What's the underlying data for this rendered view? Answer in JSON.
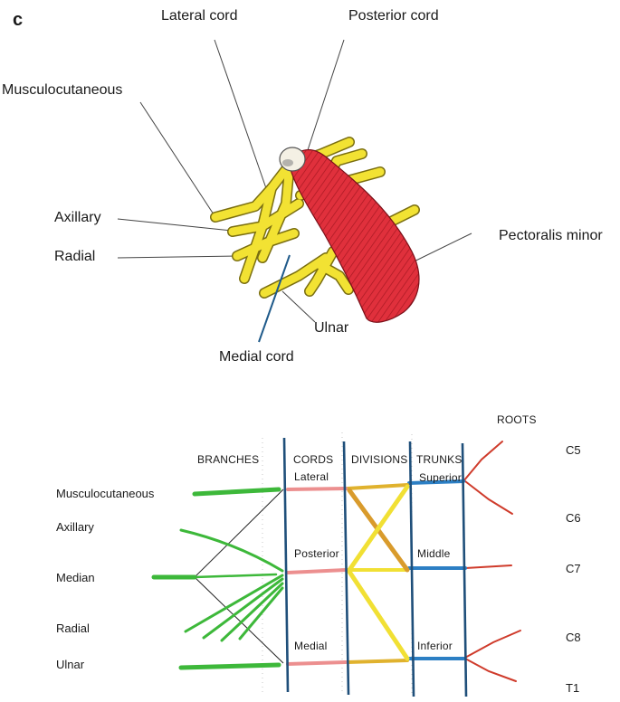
{
  "panel_letter": "c",
  "anatomy": {
    "labels": {
      "lateral_cord": "Lateral cord",
      "posterior_cord": "Posterior cord",
      "musculocutaneous": "Musculocutaneous",
      "axillary": "Axillary",
      "radial": "Radial",
      "pectoralis_minor": "Pectoralis minor",
      "ulnar": "Ulnar",
      "medial_cord": "Medial cord"
    },
    "colors": {
      "nerve": "#f2e233",
      "nerve_outline": "#7a6e10",
      "muscle": "#e0303c",
      "muscle_fiber": "#a81822",
      "medial_pointer": "#1f5a8a"
    }
  },
  "schematic": {
    "headers": {
      "branches": "BRANCHES",
      "cords": "CORDS",
      "divisions": "DIVISIONS",
      "trunks": "TRUNKS",
      "roots": "ROOTS"
    },
    "branches": [
      "Musculocutaneous",
      "Axillary",
      "Median",
      "Radial",
      "Ulnar"
    ],
    "cords": {
      "lateral": "Lateral",
      "posterior": "Posterior",
      "medial": "Medial"
    },
    "trunks": {
      "superior": "Superior",
      "middle": "Middle",
      "inferior": "Inferior"
    },
    "roots": [
      "C5",
      "C6",
      "C7",
      "C8",
      "T1"
    ],
    "colors": {
      "branch": "#3db83a",
      "cord": "#ec8f8f",
      "division": "#e0b22e",
      "division_cross": "#f1e034",
      "trunk": "#2c7fc4",
      "root": "#cf3b2b",
      "separator": "#1f4f7a"
    }
  }
}
